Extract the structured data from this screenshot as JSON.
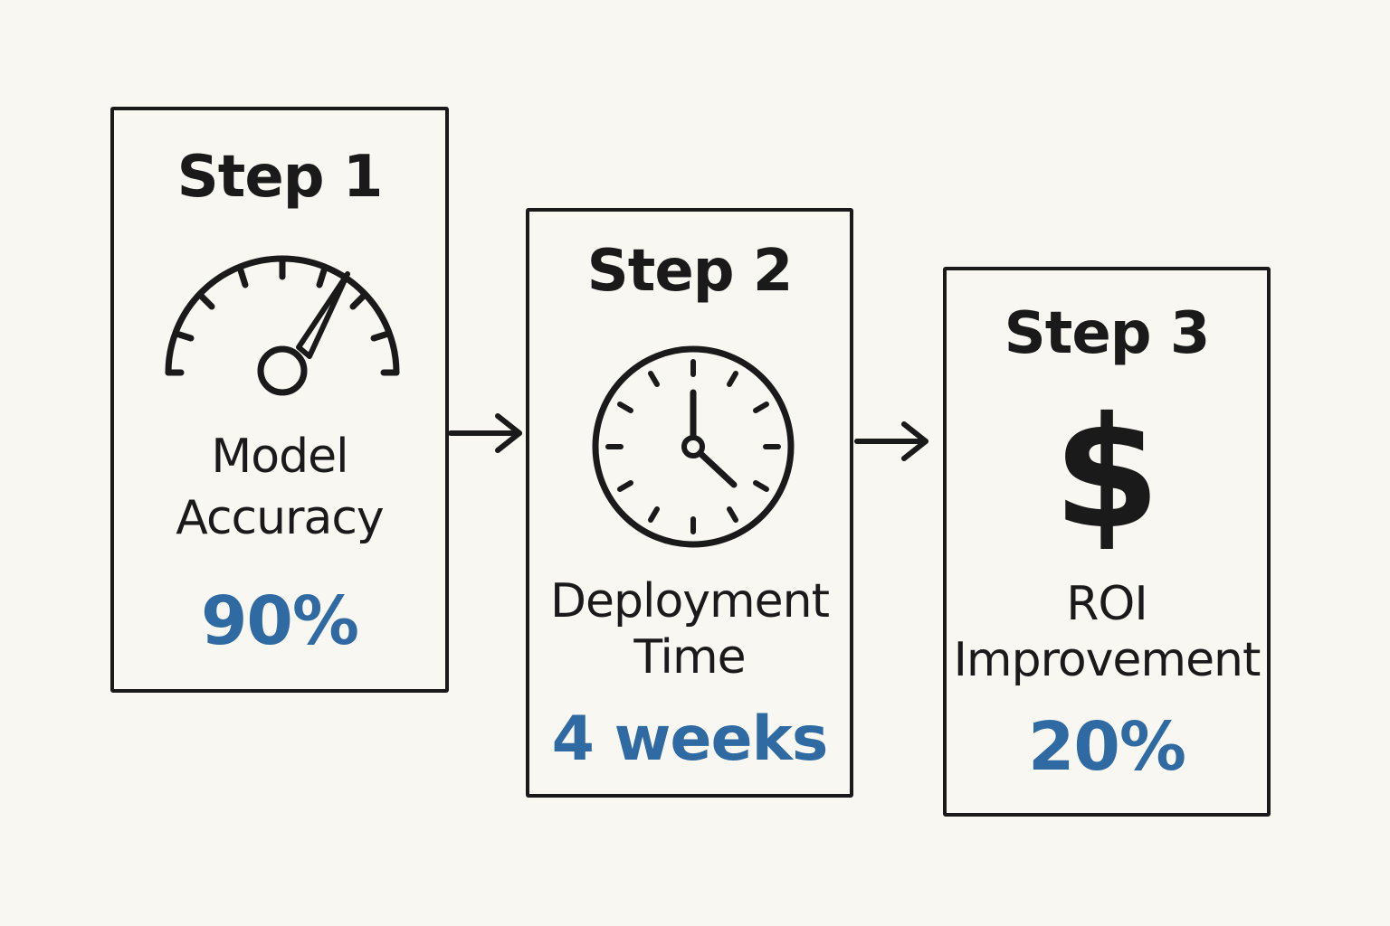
{
  "colors": {
    "ink": "#1a1a1a",
    "accent": "#2f6aa3",
    "background": "#f8f7f2"
  },
  "steps": [
    {
      "title": "Step 1",
      "icon": "gauge-icon",
      "label_lines": [
        "Model",
        "Accuracy"
      ],
      "metric": "90%"
    },
    {
      "title": "Step 2",
      "icon": "clock-icon",
      "label_lines": [
        "Deployment",
        "Time"
      ],
      "metric": "4 weeks"
    },
    {
      "title": "Step 3",
      "icon": "dollar-icon",
      "icon_text": "$",
      "label_lines": [
        "ROI",
        "Improvement"
      ],
      "metric": "20%"
    }
  ]
}
